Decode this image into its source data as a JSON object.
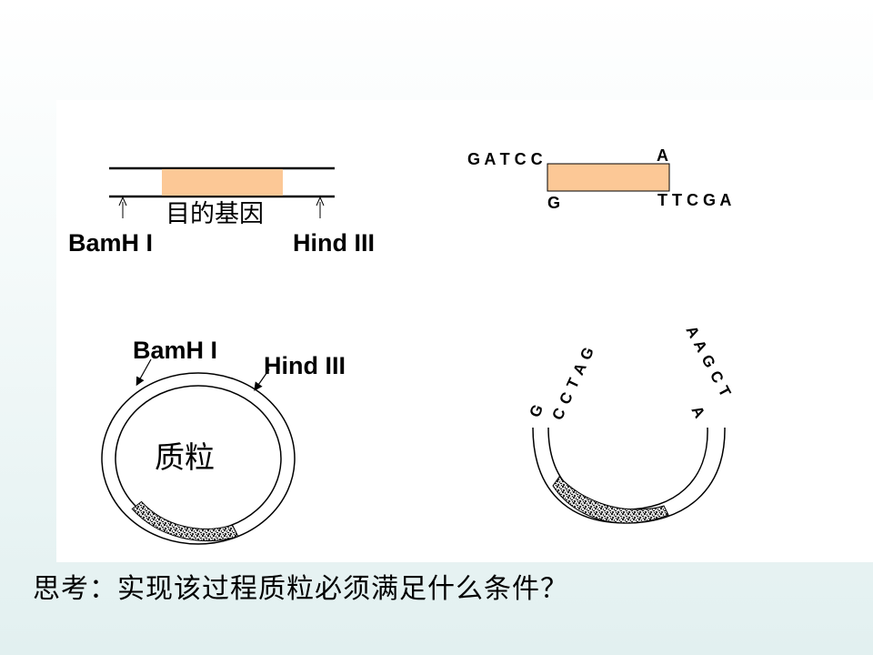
{
  "gene_panel": {
    "gene_label": "目的基因",
    "left_enzyme": "BamH I",
    "right_enzyme": "Hind III"
  },
  "cut_fragment": {
    "top_left_seq": "G A T C C",
    "bottom_left_seq": "G",
    "top_right_seq": "A",
    "bottom_right_seq": "T T C G A"
  },
  "plasmid_panel": {
    "enzyme_1": "BamH I",
    "enzyme_2": "Hind III",
    "plasmid_label": "质粒"
  },
  "open_plasmid": {
    "left_outer_seq": "C C T A G",
    "left_inner_seq": "G",
    "right_outer_seq": "A A G C T",
    "right_inner_seq": "A"
  },
  "question": "思考：实现该过程质粒必须满足什么条件？",
  "colors": {
    "gene_fill": "#fcc896",
    "panel_bg": "#ffffff",
    "background": "#e2f0f0"
  }
}
